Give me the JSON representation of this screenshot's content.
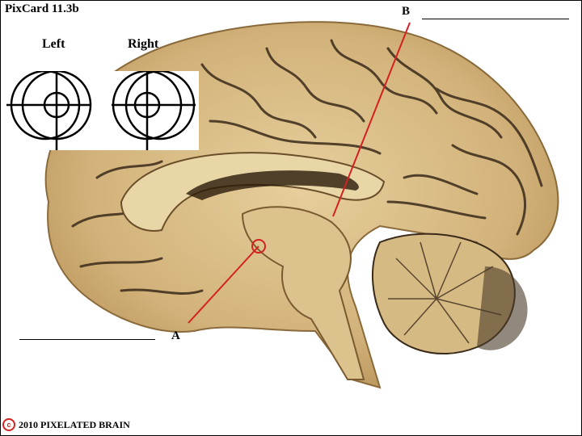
{
  "card": {
    "title": "PixCard 11.3b"
  },
  "diagram": {
    "label_a": "A",
    "label_b": "B",
    "left_heading": "Left",
    "right_heading": "Right"
  },
  "footer": {
    "copyright_symbol": "c",
    "text": "2010  PIXELATED BRAIN"
  },
  "colors": {
    "pointer": "#d42020",
    "tissue": "#d8bd86",
    "sulcus": "#3a2a1a"
  }
}
